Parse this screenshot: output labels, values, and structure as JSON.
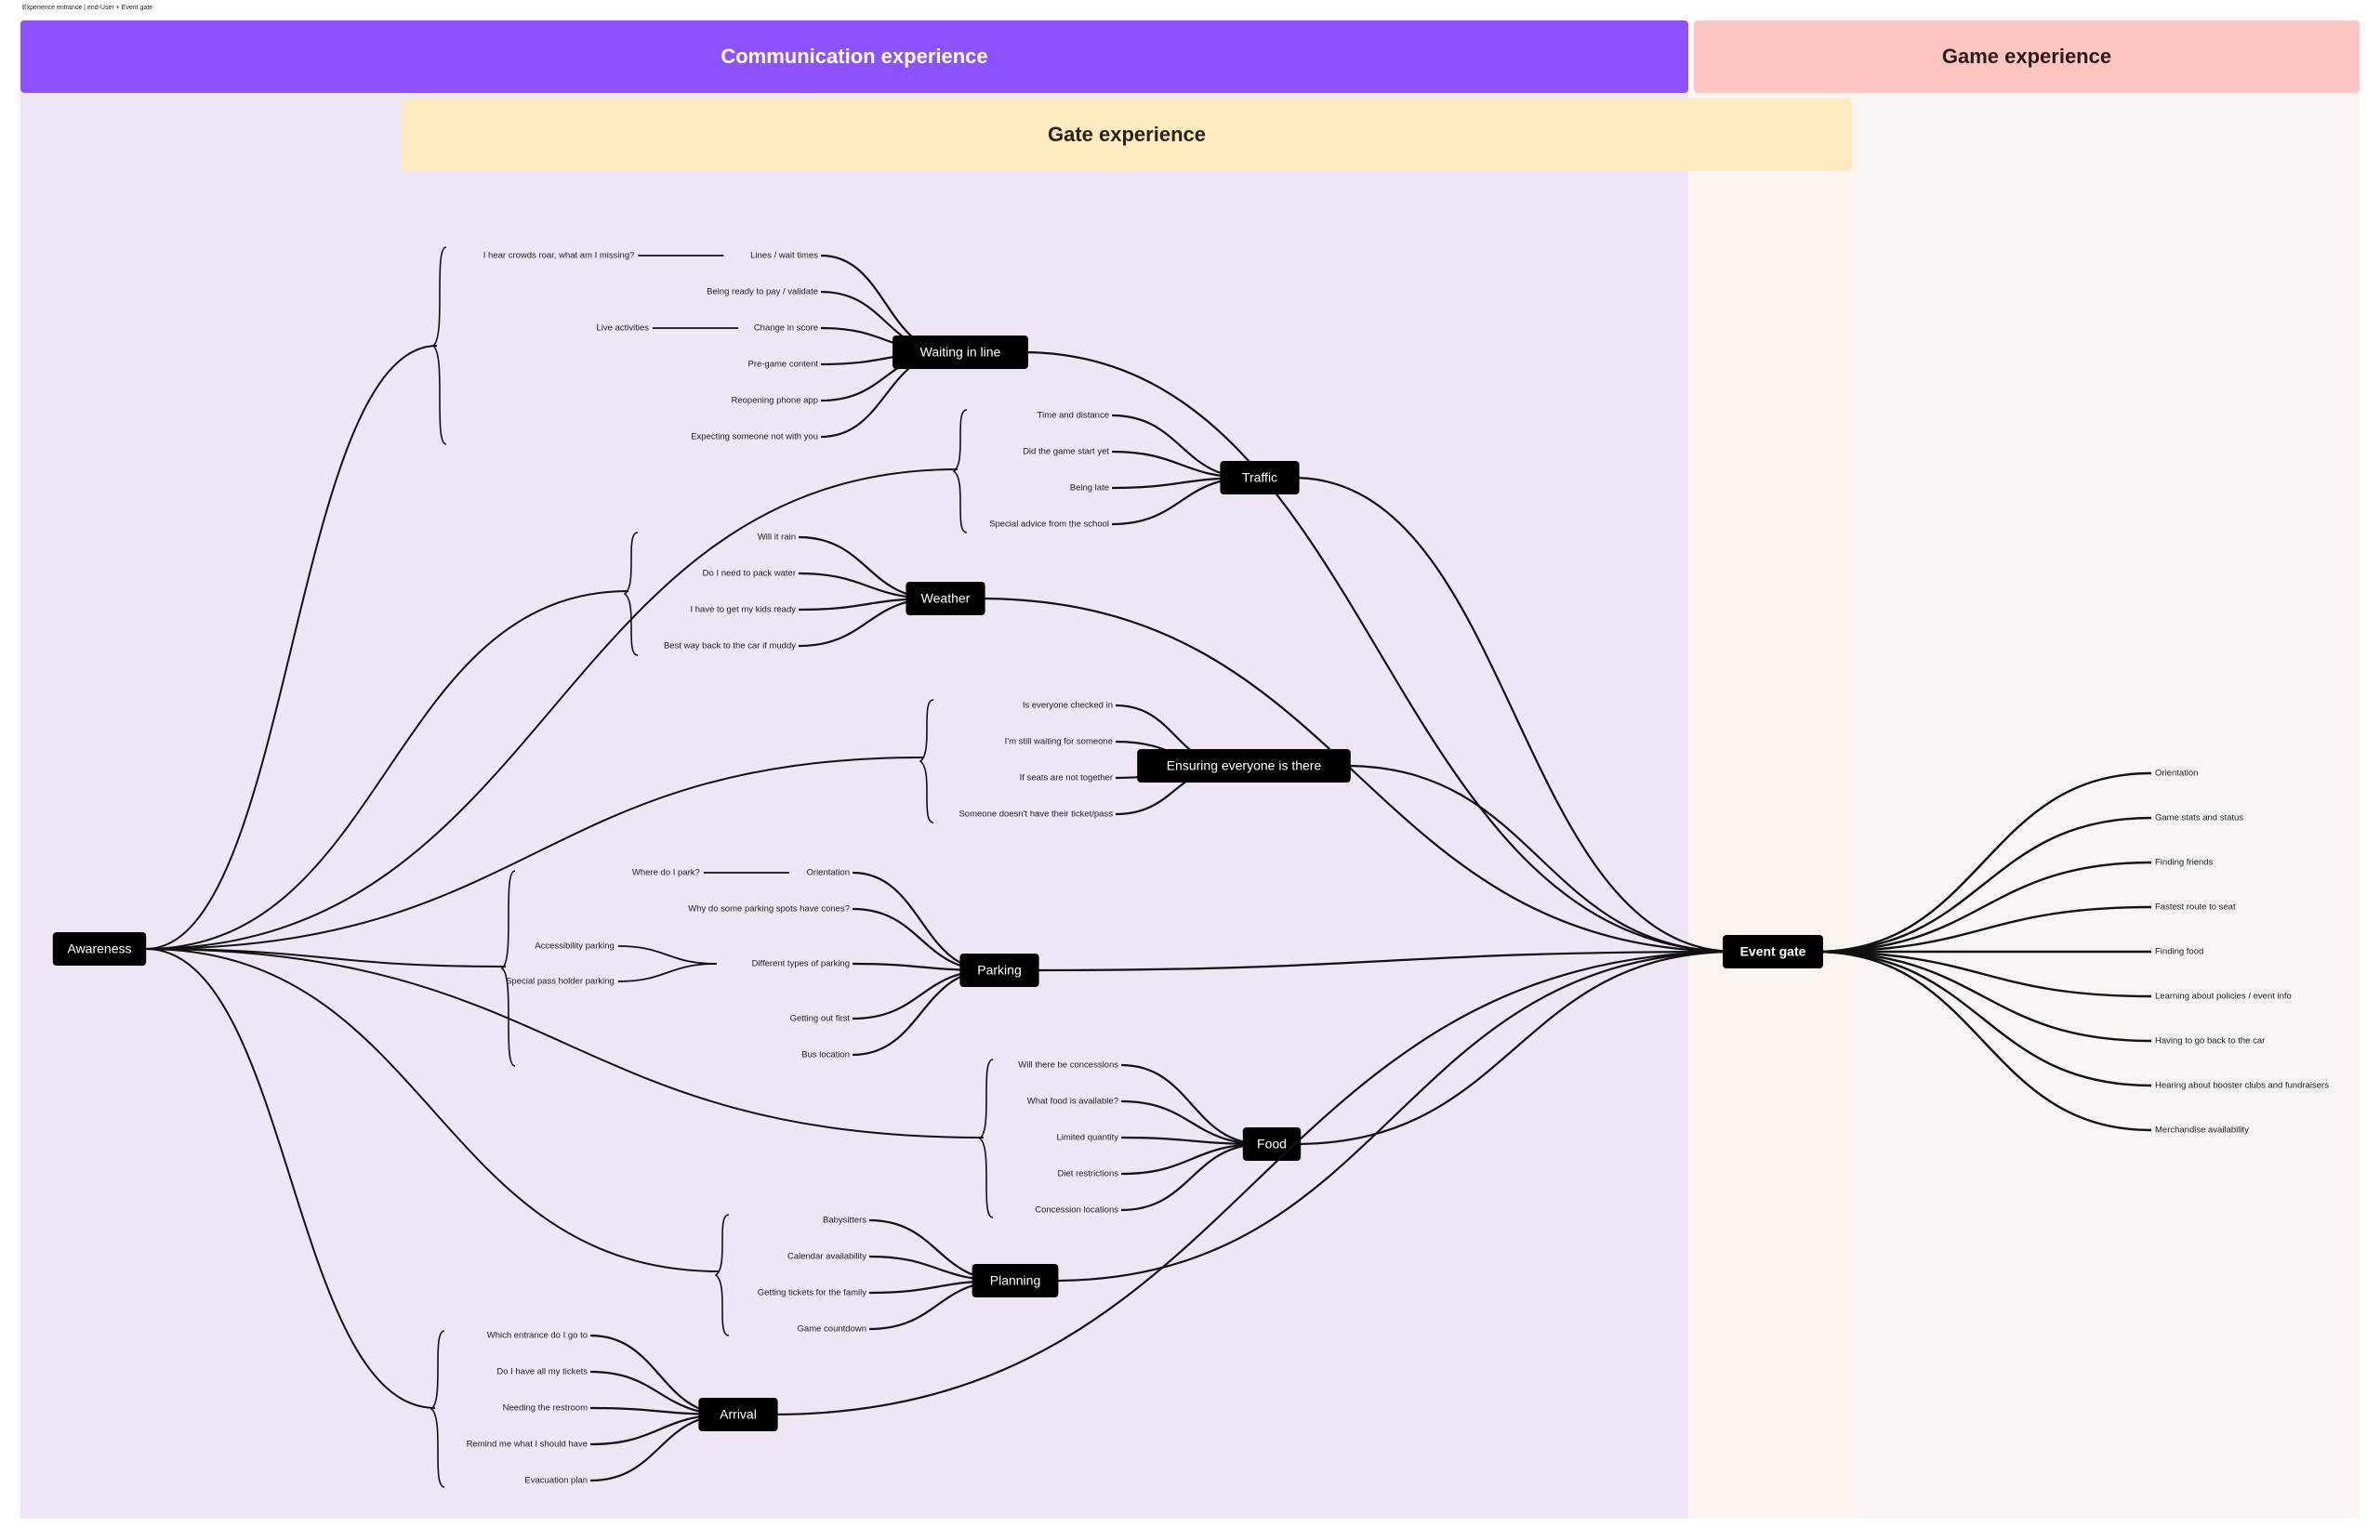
{
  "breadcrumb": "Experience entrance | end-User + Event gate",
  "sections": {
    "communication": "Communication experience",
    "game": "Game experience",
    "gate": "Gate experience"
  },
  "colors": {
    "communication_header": "#8c52ff",
    "communication_bg": "#efe6f5",
    "game_header": "#ffc6c1",
    "game_bg": "#f9f3f2",
    "gate_header": "#ffeac0",
    "gate_bg": "#fbf4ee"
  },
  "root": "Awareness",
  "hub": "Event gate",
  "branches": [
    {
      "name": "Waiting in line",
      "items": [
        {
          "text": "Lines / wait times",
          "sub": "I hear crowds roar, what am I missing?"
        },
        {
          "text": "Being ready to pay / validate"
        },
        {
          "text": "Change in score",
          "sub": "Live activities"
        },
        {
          "text": "Pre-game content"
        },
        {
          "text": "Reopening phone app"
        },
        {
          "text": "Expecting someone not with you"
        }
      ]
    },
    {
      "name": "Traffic",
      "items": [
        {
          "text": "Time and distance"
        },
        {
          "text": "Did the game start yet"
        },
        {
          "text": "Being late"
        },
        {
          "text": "Special advice from the school"
        }
      ]
    },
    {
      "name": "Weather",
      "items": [
        {
          "text": "Will it rain"
        },
        {
          "text": "Do I need to pack water"
        },
        {
          "text": "I have to get my kids ready"
        },
        {
          "text": "Best way back to the car if muddy"
        }
      ]
    },
    {
      "name": "Ensuring everyone is there",
      "items": [
        {
          "text": "Is everyone checked in"
        },
        {
          "text": "I'm still waiting for someone"
        },
        {
          "text": "If seats are not together"
        },
        {
          "text": "Someone doesn't have their ticket/pass"
        }
      ]
    },
    {
      "name": "Parking",
      "items": [
        {
          "text": "Orientation",
          "sub": "Where do I park?"
        },
        {
          "text": "Why do some parking spots have cones?"
        },
        {
          "text": "Different types of parking",
          "subs": [
            "Accessibility parking",
            "Special pass holder parking"
          ]
        },
        {
          "text": "Getting out first"
        },
        {
          "text": "Bus location"
        }
      ]
    },
    {
      "name": "Food",
      "items": [
        {
          "text": "Will there be concessions"
        },
        {
          "text": "What food is available?"
        },
        {
          "text": "Limited quantity"
        },
        {
          "text": "Diet restrictions"
        },
        {
          "text": "Concession locations"
        }
      ]
    },
    {
      "name": "Planning",
      "items": [
        {
          "text": "Babysitters"
        },
        {
          "text": "Calendar availability"
        },
        {
          "text": "Getting tickets for the family"
        },
        {
          "text": "Game countdown"
        }
      ]
    },
    {
      "name": "Arrival",
      "items": [
        {
          "text": "Which entrance do I go to"
        },
        {
          "text": "Do I have all my tickets"
        },
        {
          "text": "Needing the restroom"
        },
        {
          "text": "Remind me what I should have"
        },
        {
          "text": "Evacuation plan"
        }
      ]
    }
  ],
  "game_items": [
    "Orientation",
    "Game stats and status",
    "Finding friends",
    "Fastest route to seat",
    "Finding food",
    "Learning about policies / event info",
    "Having to go back to the car",
    "Hearing about booster clubs and fundraisers",
    "Merchandise availability"
  ]
}
